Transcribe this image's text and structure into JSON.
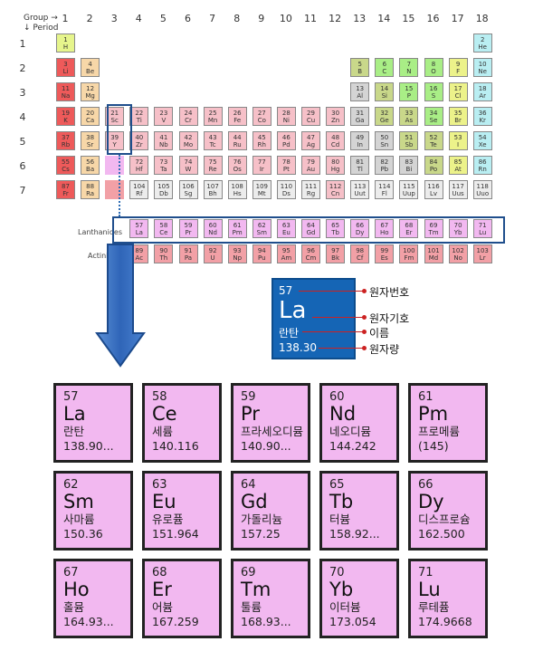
{
  "axis": {
    "group_label": "Group →",
    "period_label": "↓ Period"
  },
  "groups": [
    "1",
    "2",
    "3",
    "4",
    "5",
    "6",
    "7",
    "8",
    "9",
    "10",
    "11",
    "12",
    "13",
    "14",
    "15",
    "16",
    "17",
    "18"
  ],
  "periods": [
    "1",
    "2",
    "3",
    "4",
    "5",
    "6",
    "7"
  ],
  "colors": {
    "alkali": "#ee5a5a",
    "alkaline": "#f7d7a8",
    "transition": "#f6c0c8",
    "post": "#d4d4d4",
    "metalloid": "#c9d88a",
    "nonmetal": "#a9ee86",
    "halogen": "#ecf28a",
    "noble": "#b9eef2",
    "hydrogen": "#e6f58c",
    "unknown": "#ececec",
    "lanthanide": "#f2b8f0",
    "actinide": "#f2a0a6",
    "highlight": "#1f4e8c",
    "legend_bg": "#1565b5",
    "callout": "#cc2222"
  },
  "table": [
    {
      "n": "1",
      "s": "H",
      "g": 1,
      "p": 1,
      "c": "hydrogen"
    },
    {
      "n": "2",
      "s": "He",
      "g": 18,
      "p": 1,
      "c": "noble"
    },
    {
      "n": "3",
      "s": "Li",
      "g": 1,
      "p": 2,
      "c": "alkali"
    },
    {
      "n": "4",
      "s": "Be",
      "g": 2,
      "p": 2,
      "c": "alkaline"
    },
    {
      "n": "5",
      "s": "B",
      "g": 13,
      "p": 2,
      "c": "metalloid"
    },
    {
      "n": "6",
      "s": "C",
      "g": 14,
      "p": 2,
      "c": "nonmetal"
    },
    {
      "n": "7",
      "s": "N",
      "g": 15,
      "p": 2,
      "c": "nonmetal"
    },
    {
      "n": "8",
      "s": "O",
      "g": 16,
      "p": 2,
      "c": "nonmetal"
    },
    {
      "n": "9",
      "s": "F",
      "g": 17,
      "p": 2,
      "c": "halogen"
    },
    {
      "n": "10",
      "s": "Ne",
      "g": 18,
      "p": 2,
      "c": "noble"
    },
    {
      "n": "11",
      "s": "Na",
      "g": 1,
      "p": 3,
      "c": "alkali"
    },
    {
      "n": "12",
      "s": "Mg",
      "g": 2,
      "p": 3,
      "c": "alkaline"
    },
    {
      "n": "13",
      "s": "Al",
      "g": 13,
      "p": 3,
      "c": "post"
    },
    {
      "n": "14",
      "s": "Si",
      "g": 14,
      "p": 3,
      "c": "metalloid"
    },
    {
      "n": "15",
      "s": "P",
      "g": 15,
      "p": 3,
      "c": "nonmetal"
    },
    {
      "n": "16",
      "s": "S",
      "g": 16,
      "p": 3,
      "c": "nonmetal"
    },
    {
      "n": "17",
      "s": "Cl",
      "g": 17,
      "p": 3,
      "c": "halogen"
    },
    {
      "n": "18",
      "s": "Ar",
      "g": 18,
      "p": 3,
      "c": "noble"
    },
    {
      "n": "19",
      "s": "K",
      "g": 1,
      "p": 4,
      "c": "alkali"
    },
    {
      "n": "20",
      "s": "Ca",
      "g": 2,
      "p": 4,
      "c": "alkaline"
    },
    {
      "n": "21",
      "s": "Sc",
      "g": 3,
      "p": 4,
      "c": "transition"
    },
    {
      "n": "22",
      "s": "Ti",
      "g": 4,
      "p": 4,
      "c": "transition"
    },
    {
      "n": "23",
      "s": "V",
      "g": 5,
      "p": 4,
      "c": "transition"
    },
    {
      "n": "24",
      "s": "Cr",
      "g": 6,
      "p": 4,
      "c": "transition"
    },
    {
      "n": "25",
      "s": "Mn",
      "g": 7,
      "p": 4,
      "c": "transition"
    },
    {
      "n": "26",
      "s": "Fe",
      "g": 8,
      "p": 4,
      "c": "transition"
    },
    {
      "n": "27",
      "s": "Co",
      "g": 9,
      "p": 4,
      "c": "transition"
    },
    {
      "n": "28",
      "s": "Ni",
      "g": 10,
      "p": 4,
      "c": "transition"
    },
    {
      "n": "29",
      "s": "Cu",
      "g": 11,
      "p": 4,
      "c": "transition"
    },
    {
      "n": "30",
      "s": "Zn",
      "g": 12,
      "p": 4,
      "c": "transition"
    },
    {
      "n": "31",
      "s": "Ga",
      "g": 13,
      "p": 4,
      "c": "post"
    },
    {
      "n": "32",
      "s": "Ge",
      "g": 14,
      "p": 4,
      "c": "metalloid"
    },
    {
      "n": "33",
      "s": "As",
      "g": 15,
      "p": 4,
      "c": "metalloid"
    },
    {
      "n": "34",
      "s": "Se",
      "g": 16,
      "p": 4,
      "c": "nonmetal"
    },
    {
      "n": "35",
      "s": "Br",
      "g": 17,
      "p": 4,
      "c": "halogen"
    },
    {
      "n": "36",
      "s": "Kr",
      "g": 18,
      "p": 4,
      "c": "noble"
    },
    {
      "n": "37",
      "s": "Rb",
      "g": 1,
      "p": 5,
      "c": "alkali"
    },
    {
      "n": "38",
      "s": "Sr",
      "g": 2,
      "p": 5,
      "c": "alkaline"
    },
    {
      "n": "39",
      "s": "Y",
      "g": 3,
      "p": 5,
      "c": "transition"
    },
    {
      "n": "40",
      "s": "Zr",
      "g": 4,
      "p": 5,
      "c": "transition"
    },
    {
      "n": "41",
      "s": "Nb",
      "g": 5,
      "p": 5,
      "c": "transition"
    },
    {
      "n": "42",
      "s": "Mo",
      "g": 6,
      "p": 5,
      "c": "transition"
    },
    {
      "n": "43",
      "s": "Tc",
      "g": 7,
      "p": 5,
      "c": "transition"
    },
    {
      "n": "44",
      "s": "Ru",
      "g": 8,
      "p": 5,
      "c": "transition"
    },
    {
      "n": "45",
      "s": "Rh",
      "g": 9,
      "p": 5,
      "c": "transition"
    },
    {
      "n": "46",
      "s": "Pd",
      "g": 10,
      "p": 5,
      "c": "transition"
    },
    {
      "n": "47",
      "s": "Ag",
      "g": 11,
      "p": 5,
      "c": "transition"
    },
    {
      "n": "48",
      "s": "Cd",
      "g": 12,
      "p": 5,
      "c": "transition"
    },
    {
      "n": "49",
      "s": "In",
      "g": 13,
      "p": 5,
      "c": "post"
    },
    {
      "n": "50",
      "s": "Sn",
      "g": 14,
      "p": 5,
      "c": "post"
    },
    {
      "n": "51",
      "s": "Sb",
      "g": 15,
      "p": 5,
      "c": "metalloid"
    },
    {
      "n": "52",
      "s": "Te",
      "g": 16,
      "p": 5,
      "c": "metalloid"
    },
    {
      "n": "53",
      "s": "I",
      "g": 17,
      "p": 5,
      "c": "halogen"
    },
    {
      "n": "54",
      "s": "Xe",
      "g": 18,
      "p": 5,
      "c": "noble"
    },
    {
      "n": "55",
      "s": "Cs",
      "g": 1,
      "p": 6,
      "c": "alkali"
    },
    {
      "n": "56",
      "s": "Ba",
      "g": 2,
      "p": 6,
      "c": "alkaline"
    },
    {
      "n": "72",
      "s": "Hf",
      "g": 4,
      "p": 6,
      "c": "transition"
    },
    {
      "n": "73",
      "s": "Ta",
      "g": 5,
      "p": 6,
      "c": "transition"
    },
    {
      "n": "74",
      "s": "W",
      "g": 6,
      "p": 6,
      "c": "transition"
    },
    {
      "n": "75",
      "s": "Re",
      "g": 7,
      "p": 6,
      "c": "transition"
    },
    {
      "n": "76",
      "s": "Os",
      "g": 8,
      "p": 6,
      "c": "transition"
    },
    {
      "n": "77",
      "s": "Ir",
      "g": 9,
      "p": 6,
      "c": "transition"
    },
    {
      "n": "78",
      "s": "Pt",
      "g": 10,
      "p": 6,
      "c": "transition"
    },
    {
      "n": "79",
      "s": "Au",
      "g": 11,
      "p": 6,
      "c": "transition"
    },
    {
      "n": "80",
      "s": "Hg",
      "g": 12,
      "p": 6,
      "c": "transition"
    },
    {
      "n": "81",
      "s": "Tl",
      "g": 13,
      "p": 6,
      "c": "post"
    },
    {
      "n": "82",
      "s": "Pb",
      "g": 14,
      "p": 6,
      "c": "post"
    },
    {
      "n": "83",
      "s": "Bi",
      "g": 15,
      "p": 6,
      "c": "post"
    },
    {
      "n": "84",
      "s": "Po",
      "g": 16,
      "p": 6,
      "c": "metalloid"
    },
    {
      "n": "85",
      "s": "At",
      "g": 17,
      "p": 6,
      "c": "halogen"
    },
    {
      "n": "86",
      "s": "Rn",
      "g": 18,
      "p": 6,
      "c": "noble"
    },
    {
      "n": "87",
      "s": "Fr",
      "g": 1,
      "p": 7,
      "c": "alkali"
    },
    {
      "n": "88",
      "s": "Ra",
      "g": 2,
      "p": 7,
      "c": "alkaline"
    },
    {
      "n": "104",
      "s": "Rf",
      "g": 4,
      "p": 7,
      "c": "unknown"
    },
    {
      "n": "105",
      "s": "Db",
      "g": 5,
      "p": 7,
      "c": "unknown"
    },
    {
      "n": "106",
      "s": "Sg",
      "g": 6,
      "p": 7,
      "c": "unknown"
    },
    {
      "n": "107",
      "s": "Bh",
      "g": 7,
      "p": 7,
      "c": "unknown"
    },
    {
      "n": "108",
      "s": "Hs",
      "g": 8,
      "p": 7,
      "c": "unknown"
    },
    {
      "n": "109",
      "s": "Mt",
      "g": 9,
      "p": 7,
      "c": "unknown"
    },
    {
      "n": "110",
      "s": "Ds",
      "g": 10,
      "p": 7,
      "c": "unknown"
    },
    {
      "n": "111",
      "s": "Rg",
      "g": 11,
      "p": 7,
      "c": "unknown"
    },
    {
      "n": "112",
      "s": "Cn",
      "g": 12,
      "p": 7,
      "c": "transition"
    },
    {
      "n": "113",
      "s": "Uut",
      "g": 13,
      "p": 7,
      "c": "unknown"
    },
    {
      "n": "114",
      "s": "Fl",
      "g": 14,
      "p": 7,
      "c": "unknown"
    },
    {
      "n": "115",
      "s": "Uup",
      "g": 15,
      "p": 7,
      "c": "unknown"
    },
    {
      "n": "116",
      "s": "Lv",
      "g": 16,
      "p": 7,
      "c": "unknown"
    },
    {
      "n": "117",
      "s": "Uus",
      "g": 17,
      "p": 7,
      "c": "unknown"
    },
    {
      "n": "118",
      "s": "Uuo",
      "g": 18,
      "p": 7,
      "c": "unknown"
    }
  ],
  "lanthanides_label": "Lanthanides",
  "actinides_label": "Actinides",
  "lanthanides": [
    {
      "n": "57",
      "s": "La"
    },
    {
      "n": "58",
      "s": "Ce"
    },
    {
      "n": "59",
      "s": "Pr"
    },
    {
      "n": "60",
      "s": "Nd"
    },
    {
      "n": "61",
      "s": "Pm"
    },
    {
      "n": "62",
      "s": "Sm"
    },
    {
      "n": "63",
      "s": "Eu"
    },
    {
      "n": "64",
      "s": "Gd"
    },
    {
      "n": "65",
      "s": "Tb"
    },
    {
      "n": "66",
      "s": "Dy"
    },
    {
      "n": "67",
      "s": "Ho"
    },
    {
      "n": "68",
      "s": "Er"
    },
    {
      "n": "69",
      "s": "Tm"
    },
    {
      "n": "70",
      "s": "Yb"
    },
    {
      "n": "71",
      "s": "Lu"
    }
  ],
  "actinides": [
    {
      "n": "89",
      "s": "Ac"
    },
    {
      "n": "90",
      "s": "Th"
    },
    {
      "n": "91",
      "s": "Pa"
    },
    {
      "n": "92",
      "s": "U"
    },
    {
      "n": "93",
      "s": "Np"
    },
    {
      "n": "94",
      "s": "Pu"
    },
    {
      "n": "95",
      "s": "Am"
    },
    {
      "n": "96",
      "s": "Cm"
    },
    {
      "n": "97",
      "s": "Bk"
    },
    {
      "n": "98",
      "s": "Cf"
    },
    {
      "n": "99",
      "s": "Es"
    },
    {
      "n": "100",
      "s": "Fm"
    },
    {
      "n": "101",
      "s": "Md"
    },
    {
      "n": "102",
      "s": "No"
    },
    {
      "n": "103",
      "s": "Lr"
    }
  ],
  "legend": {
    "number": "57",
    "symbol": "La",
    "name": "란탄",
    "weight": "138.30",
    "callouts": [
      "원자번호",
      "원자기호",
      "이름",
      "원자량"
    ]
  },
  "cards": [
    {
      "n": "57",
      "s": "La",
      "k": "란탄",
      "w": "138.90..."
    },
    {
      "n": "58",
      "s": "Ce",
      "k": "세륨",
      "w": "140.116"
    },
    {
      "n": "59",
      "s": "Pr",
      "k": "프라세오디뮴",
      "w": "140.90..."
    },
    {
      "n": "60",
      "s": "Nd",
      "k": "네오디뮴",
      "w": "144.242"
    },
    {
      "n": "61",
      "s": "Pm",
      "k": "프로메륨",
      "w": "(145)"
    },
    {
      "n": "62",
      "s": "Sm",
      "k": "사마륨",
      "w": "150.36"
    },
    {
      "n": "63",
      "s": "Eu",
      "k": "유로퓸",
      "w": "151.964"
    },
    {
      "n": "64",
      "s": "Gd",
      "k": "가돌리늄",
      "w": "157.25"
    },
    {
      "n": "65",
      "s": "Tb",
      "k": "터븀",
      "w": "158.92..."
    },
    {
      "n": "66",
      "s": "Dy",
      "k": "디스프로슘",
      "w": "162.500"
    },
    {
      "n": "67",
      "s": "Ho",
      "k": "홀뮴",
      "w": "164.93..."
    },
    {
      "n": "68",
      "s": "Er",
      "k": "어븀",
      "w": "167.259"
    },
    {
      "n": "69",
      "s": "Tm",
      "k": "툴륨",
      "w": "168.93..."
    },
    {
      "n": "70",
      "s": "Yb",
      "k": "이터븀",
      "w": "173.054"
    },
    {
      "n": "71",
      "s": "Lu",
      "k": "루테퓸",
      "w": "174.9668"
    }
  ]
}
